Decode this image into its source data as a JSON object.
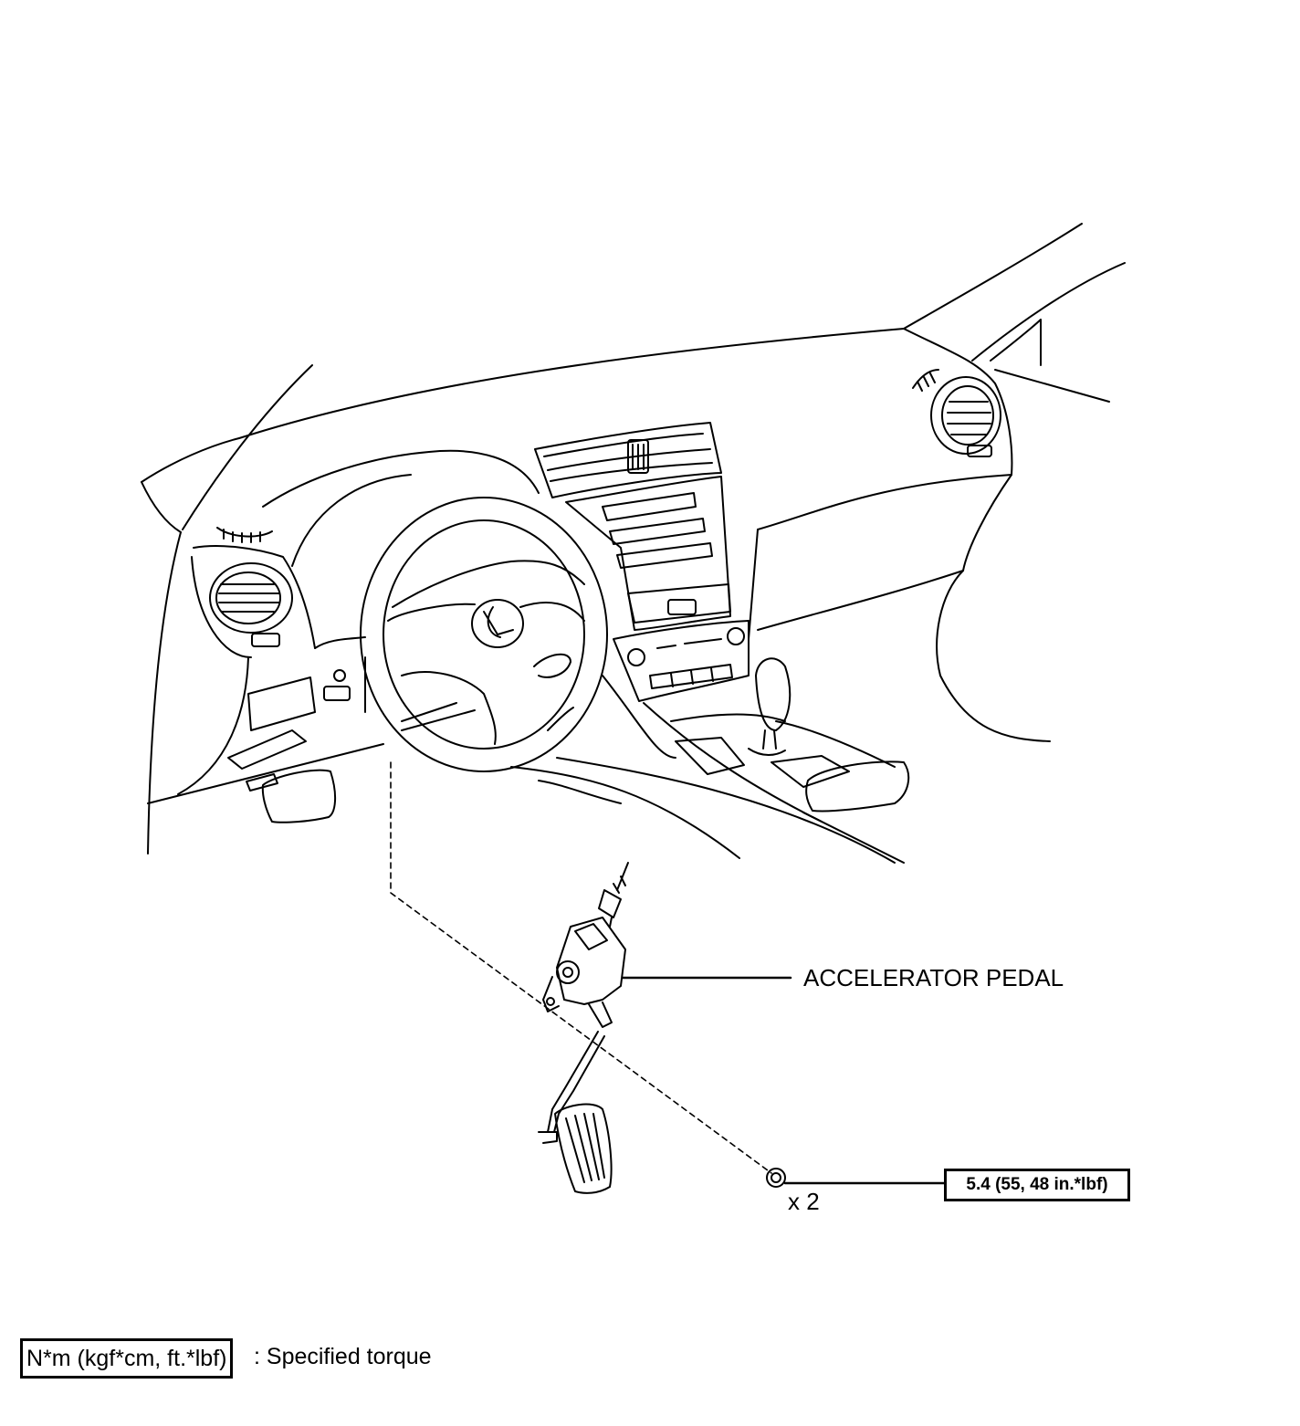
{
  "diagram": {
    "parts": {
      "accelerator_pedal": "ACCELERATOR PEDAL",
      "nut_quantity": "x 2"
    },
    "torque": {
      "value": "5.4 (55, 48 in.*lbf)"
    },
    "legend": {
      "symbol": "N*m (kgf*cm, ft.*lbf)",
      "text": ": Specified torque"
    }
  }
}
